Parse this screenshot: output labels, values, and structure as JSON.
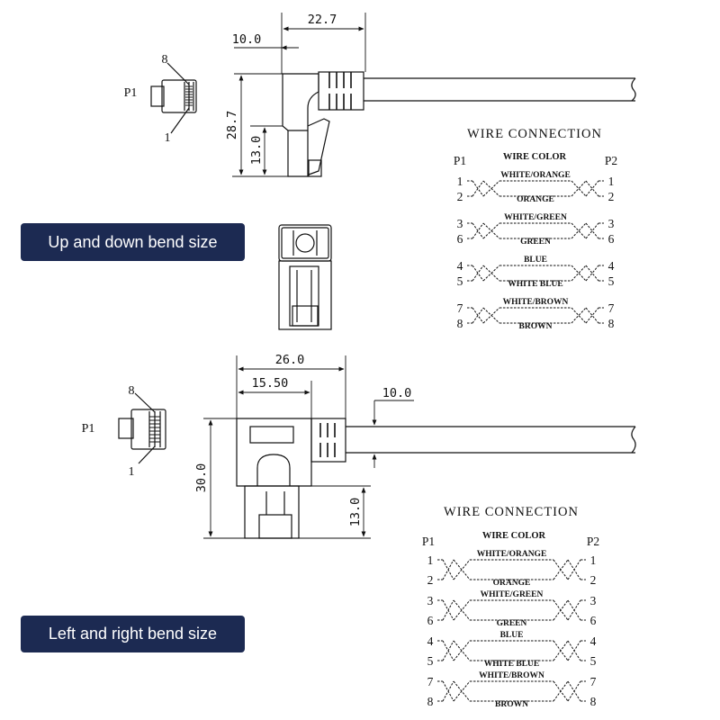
{
  "top": {
    "title": "Up and down bend size",
    "p1_label": "P1",
    "pin_top": "8",
    "pin_bottom": "1",
    "dims": {
      "width": "22.7",
      "offset": "10.0",
      "height": "28.7",
      "plug": "13.0"
    }
  },
  "bottom": {
    "title": "Left and right bend size",
    "p1_label": "P1",
    "pin_top": "8",
    "pin_bottom": "1",
    "dims": {
      "width": "26.0",
      "inner": "15.50",
      "cable": "10.0",
      "height": "30.0",
      "plug": "13.0"
    }
  },
  "wiring": {
    "title": "WIRE CONNECTION",
    "subtitle": "WIRE COLOR",
    "p1": "P1",
    "p2": "P2",
    "pairs": [
      {
        "pins": [
          "1",
          "2"
        ],
        "colors": [
          "WHITE/ORANGE",
          "ORANGE"
        ]
      },
      {
        "pins": [
          "3",
          "6"
        ],
        "colors": [
          "WHITE/GREEN",
          "GREEN"
        ]
      },
      {
        "pins": [
          "4",
          "5"
        ],
        "colors": [
          "BLUE",
          "WHITE BLUE"
        ]
      },
      {
        "pins": [
          "7",
          "8"
        ],
        "colors": [
          "WHITE/BROWN",
          "BROWN"
        ]
      }
    ]
  },
  "colors": {
    "badge_bg": "#1c2a52",
    "line": "#111111"
  }
}
